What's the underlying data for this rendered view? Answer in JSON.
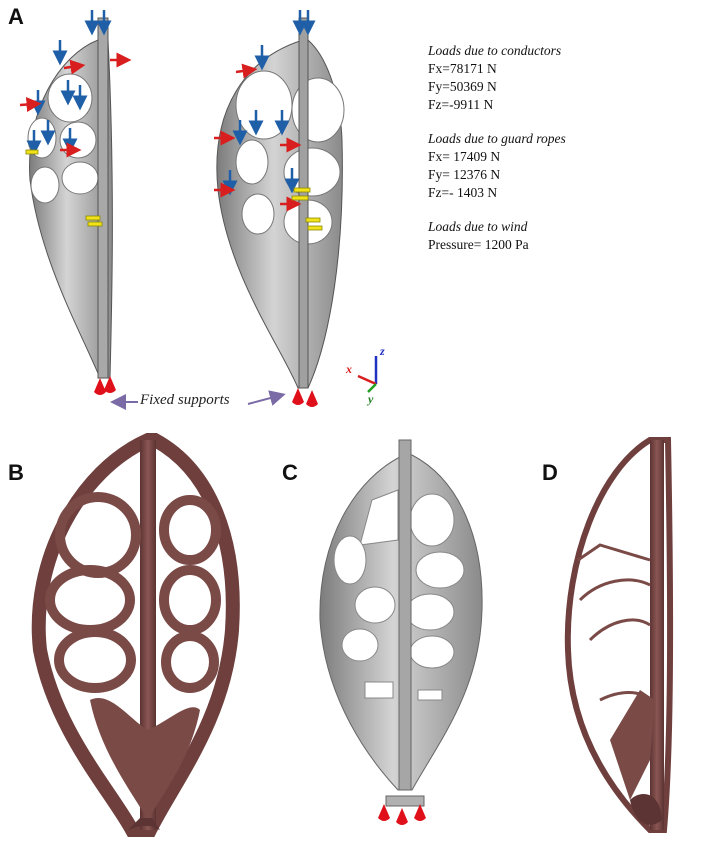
{
  "panels": {
    "a": "A",
    "b": "B",
    "c": "C",
    "d": "D"
  },
  "legend": {
    "conductors": {
      "heading": "Loads due to conductors",
      "lines": [
        "Fx=78171 N",
        "Fy=50369 N",
        "Fz=-9911 N"
      ]
    },
    "guard_ropes": {
      "heading": "Loads due to guard ropes",
      "lines": [
        "Fx= 17409 N",
        "Fy= 12376 N",
        "Fz=- 1403 N"
      ]
    },
    "wind": {
      "heading": "Loads due to wind",
      "lines": [
        "Pressure= 1200 Pa"
      ]
    }
  },
  "fixed_supports_label": "Fixed supports",
  "axes": {
    "x": "x",
    "y": "y",
    "z": "z"
  },
  "colors": {
    "model_gray": "#b8b8b8",
    "model_dark": "#6f6f6f",
    "optimized": "#7a4a47",
    "optimized_dark": "#4e2b29",
    "support_red": "#e0101a",
    "arrow_blue": "#1f5fa8",
    "arrow_red": "#d81e1e",
    "arrow_yellow": "#f2e21a",
    "arrow_purple": "#7a6aa6"
  }
}
